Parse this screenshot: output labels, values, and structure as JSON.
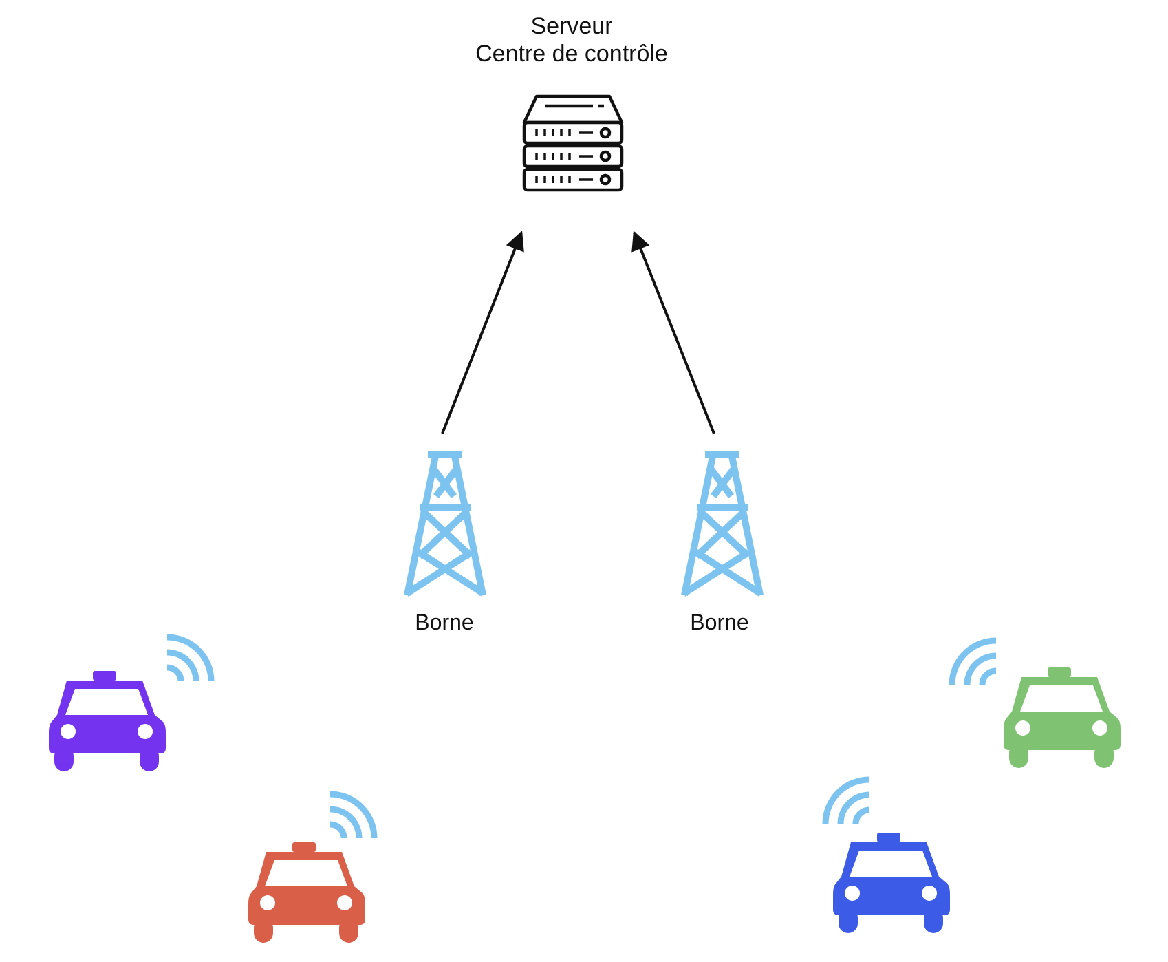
{
  "server": {
    "title_line1": "Serveur",
    "title_line2": "Centre de contrôle",
    "icon": "server-rack-icon"
  },
  "towers": [
    {
      "label": "Borne",
      "icon": "cell-tower-icon",
      "color": "#7cc3f0"
    },
    {
      "label": "Borne",
      "icon": "cell-tower-icon",
      "color": "#7cc3f0"
    }
  ],
  "vehicles": [
    {
      "icon": "taxi-icon",
      "color": "#7433ee",
      "signal_icon": "wifi-signal-icon"
    },
    {
      "icon": "taxi-icon",
      "color": "#d95f48",
      "signal_icon": "wifi-signal-icon"
    },
    {
      "icon": "taxi-icon",
      "color": "#3c5ce8",
      "signal_icon": "wifi-signal-icon"
    },
    {
      "icon": "taxi-icon",
      "color": "#7fc372",
      "signal_icon": "wifi-signal-icon"
    }
  ],
  "colors": {
    "signal": "#7cc3f0",
    "arrow": "#111111",
    "server_stroke": "#111111"
  }
}
